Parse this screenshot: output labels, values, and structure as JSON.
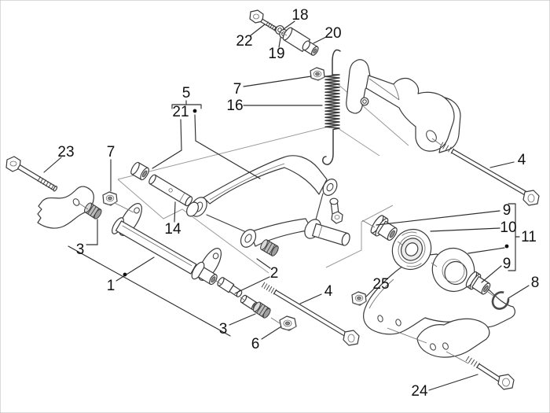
{
  "figure": {
    "kind": "exploded-parts-diagram",
    "background": "#ffffff",
    "stroke_color": "#3a3a3a",
    "label_color": "#111111",
    "phantom_color": "#9a9a9a"
  },
  "callouts": [
    {
      "id": "18",
      "text": "18"
    },
    {
      "id": "22",
      "text": "22"
    },
    {
      "id": "19",
      "text": "19"
    },
    {
      "id": "20",
      "text": "20"
    },
    {
      "id": "7-top",
      "text": "7"
    },
    {
      "id": "16",
      "text": "16"
    },
    {
      "id": "5",
      "text": "5"
    },
    {
      "id": "21",
      "text": "21"
    },
    {
      "id": "23",
      "text": "23"
    },
    {
      "id": "7-left",
      "text": "7"
    },
    {
      "id": "4-upper",
      "text": "4"
    },
    {
      "id": "9-upper",
      "text": "9"
    },
    {
      "id": "10",
      "text": "10"
    },
    {
      "id": "11",
      "text": "11"
    },
    {
      "id": "9-lower",
      "text": "9"
    },
    {
      "id": "8",
      "text": "8"
    },
    {
      "id": "14",
      "text": "14"
    },
    {
      "id": "3-left",
      "text": "3"
    },
    {
      "id": "1",
      "text": "1"
    },
    {
      "id": "2",
      "text": "2"
    },
    {
      "id": "25",
      "text": "25"
    },
    {
      "id": "4-lower",
      "text": "4"
    },
    {
      "id": "3-lower",
      "text": "3"
    },
    {
      "id": "6",
      "text": "6"
    },
    {
      "id": "24",
      "text": "24"
    }
  ]
}
